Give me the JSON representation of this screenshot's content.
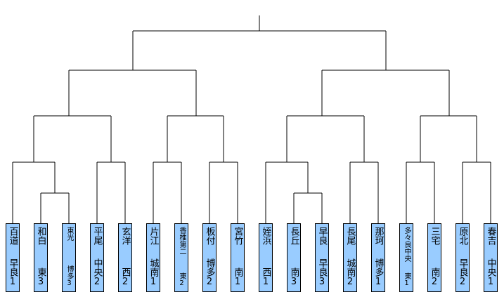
{
  "diagram": {
    "type": "tournament-bracket",
    "line_color": "#000000",
    "box_fill": "#99ccff",
    "teams": [
      {
        "name": "百道",
        "district": "早良1"
      },
      {
        "name": "和白",
        "district": "東3"
      },
      {
        "name": "東光",
        "district": "博多3",
        "small": true
      },
      {
        "name": "平尾",
        "district": "中央2"
      },
      {
        "name": "玄洋",
        "district": "西2"
      },
      {
        "name": "片江",
        "district": "城南1"
      },
      {
        "name": "香椎第二",
        "district": "東2",
        "small": true
      },
      {
        "name": "板付",
        "district": "博多2"
      },
      {
        "name": "宮竹",
        "district": "南1"
      },
      {
        "name": "姪浜",
        "district": "西1"
      },
      {
        "name": "長丘",
        "district": "南3"
      },
      {
        "name": "早良",
        "district": "早良3"
      },
      {
        "name": "長尾",
        "district": "城南2"
      },
      {
        "name": "那珂",
        "district": "博多1"
      },
      {
        "name": "多々良中央",
        "district": "東1",
        "small": true
      },
      {
        "name": "三宅",
        "district": "南2"
      },
      {
        "name": "原北",
        "district": "早良2"
      },
      {
        "name": "春吉",
        "district": "中央1"
      }
    ]
  }
}
